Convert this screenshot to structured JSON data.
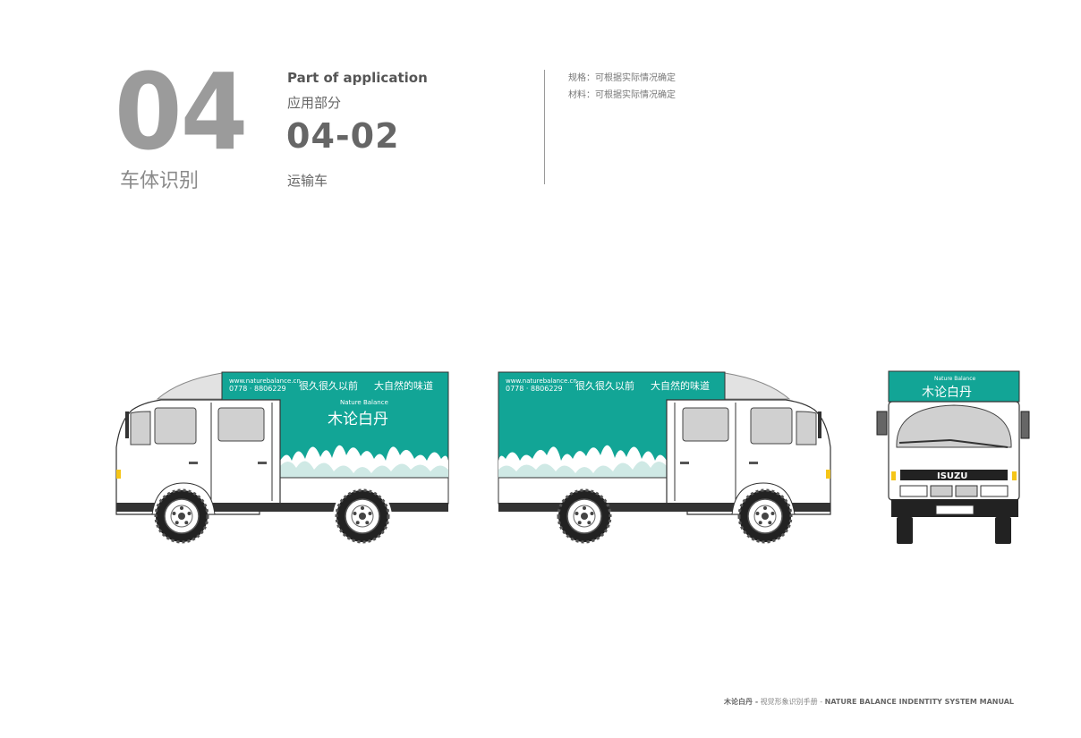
{
  "header": {
    "section_number": "04",
    "section_title": "车体识别",
    "part_en": "Part of application",
    "part_cn": "应用部分",
    "code": "04-02",
    "item_title": "运输车"
  },
  "specs": {
    "size": "规格：可根据实际情况确定",
    "material": "材料：可根据实际情况确定"
  },
  "truck": {
    "website": "www.naturebalance.cn",
    "phone": "0778 · 8806229",
    "slogan_left": "很久很久以前",
    "slogan_right": "大自然的味道",
    "brand_en": "Nature Balance",
    "brand_cn": "木论白丹",
    "grille_badge": "ISUZU",
    "colors": {
      "teal": "#12a596",
      "body": "#ffffff",
      "outline": "#333333",
      "window": "#d0d0d0",
      "tire": "#222222"
    }
  },
  "footer": {
    "brand": "木论白丹 -",
    "subtitle": " 视觉形象识别手册 - ",
    "manual": "NATURE BALANCE INDENTITY SYSTEM MANUAL"
  }
}
